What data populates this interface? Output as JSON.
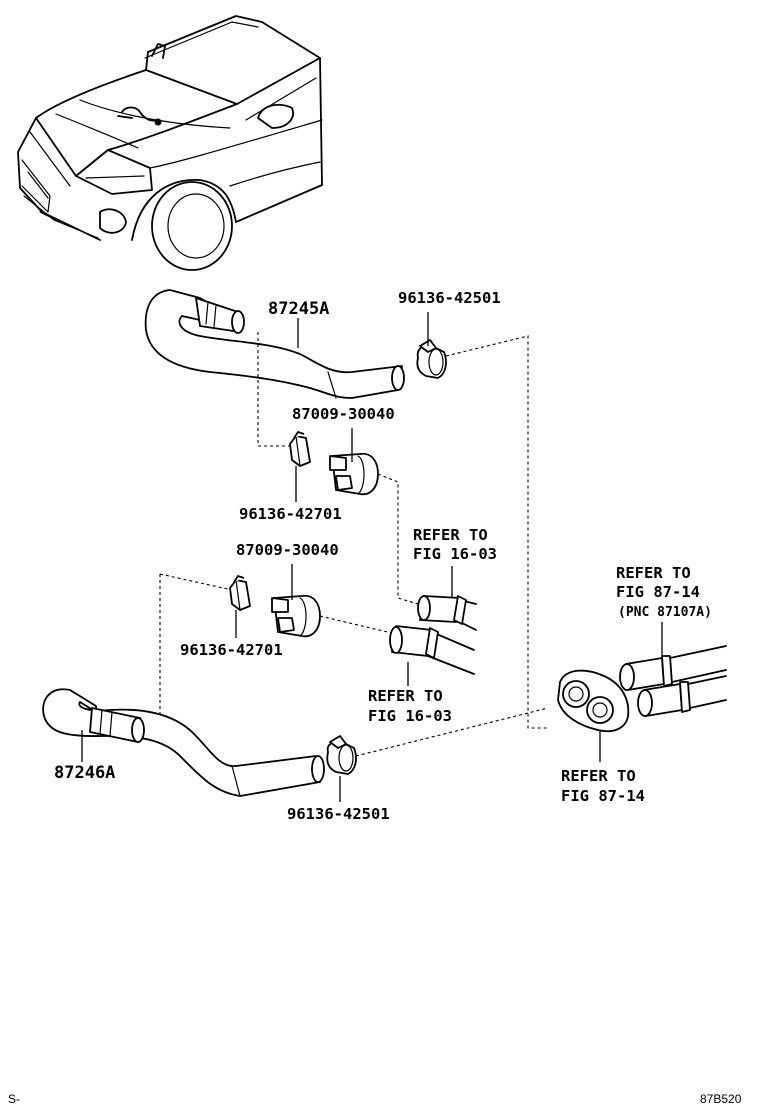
{
  "parts": {
    "hose_upper": "87245A",
    "hose_lower": "87246A",
    "clamp_upper_right": "96136-42501",
    "clamp_lower_right": "96136-42501",
    "clamp_upper_small": "96136-42701",
    "clamp_lower_small": "96136-42701",
    "valve_upper": "87009-30040",
    "valve_lower": "87009-30040"
  },
  "references": {
    "ref_upper_pipe": [
      "REFER TO",
      "FIG 16-03"
    ],
    "ref_lower_pipe": [
      "REFER TO",
      "FIG 16-03"
    ],
    "ref_heater_pipes": [
      "REFER TO",
      "FIG 87-14",
      "(PNC 87107A)"
    ],
    "ref_grommet": [
      "REFER TO",
      "FIG 87-14"
    ]
  },
  "footer": {
    "left_mark": "S-",
    "diagram_code": "87B520"
  }
}
